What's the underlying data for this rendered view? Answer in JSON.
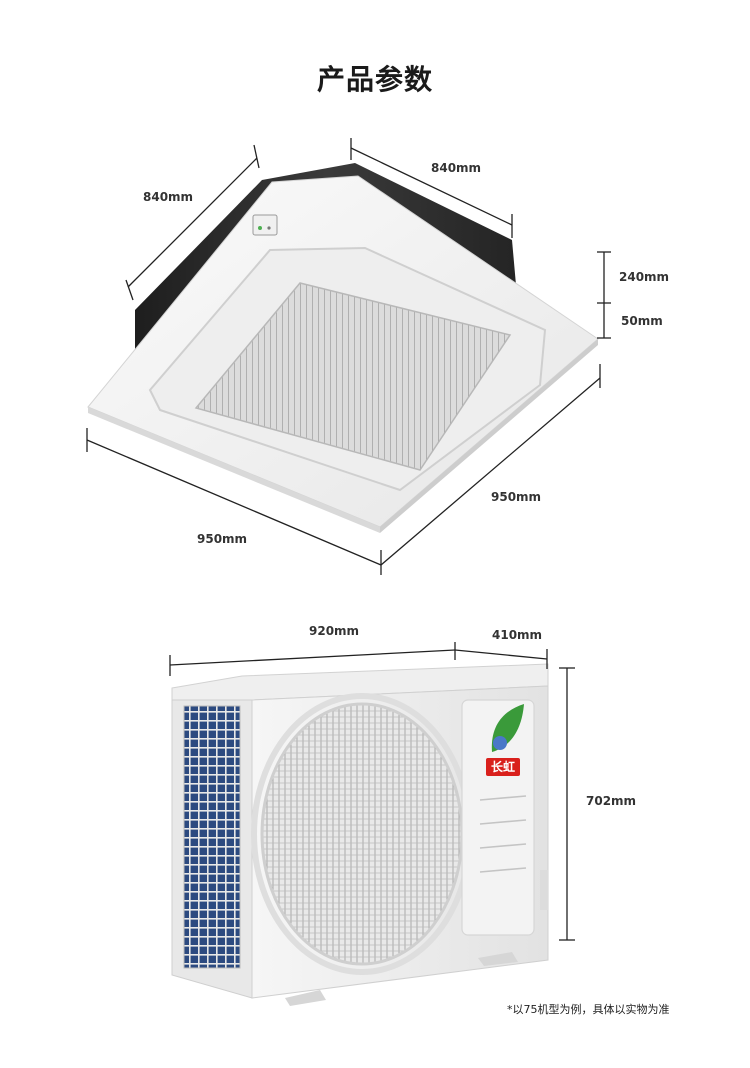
{
  "title": "产品参数",
  "indoor_unit": {
    "dims": {
      "depth_top": "840mm",
      "width_top": "840mm",
      "body_height": "240mm",
      "panel_height": "50mm",
      "panel_right": "950mm",
      "panel_left": "950mm"
    }
  },
  "outdoor_unit": {
    "dims": {
      "width": "920mm",
      "depth": "410mm",
      "height": "702mm"
    },
    "brand": "长虹"
  },
  "footnote": "*以75机型为例，具体以实物为准",
  "colors": {
    "line": "#222222",
    "indoor_body": "#2b2b2b",
    "panel": "#f4f4f4",
    "grille": "#c9c9c9",
    "coil": "#2c4a80",
    "brand_red": "#d9201c",
    "leaf_green": "#3a9a3a"
  }
}
